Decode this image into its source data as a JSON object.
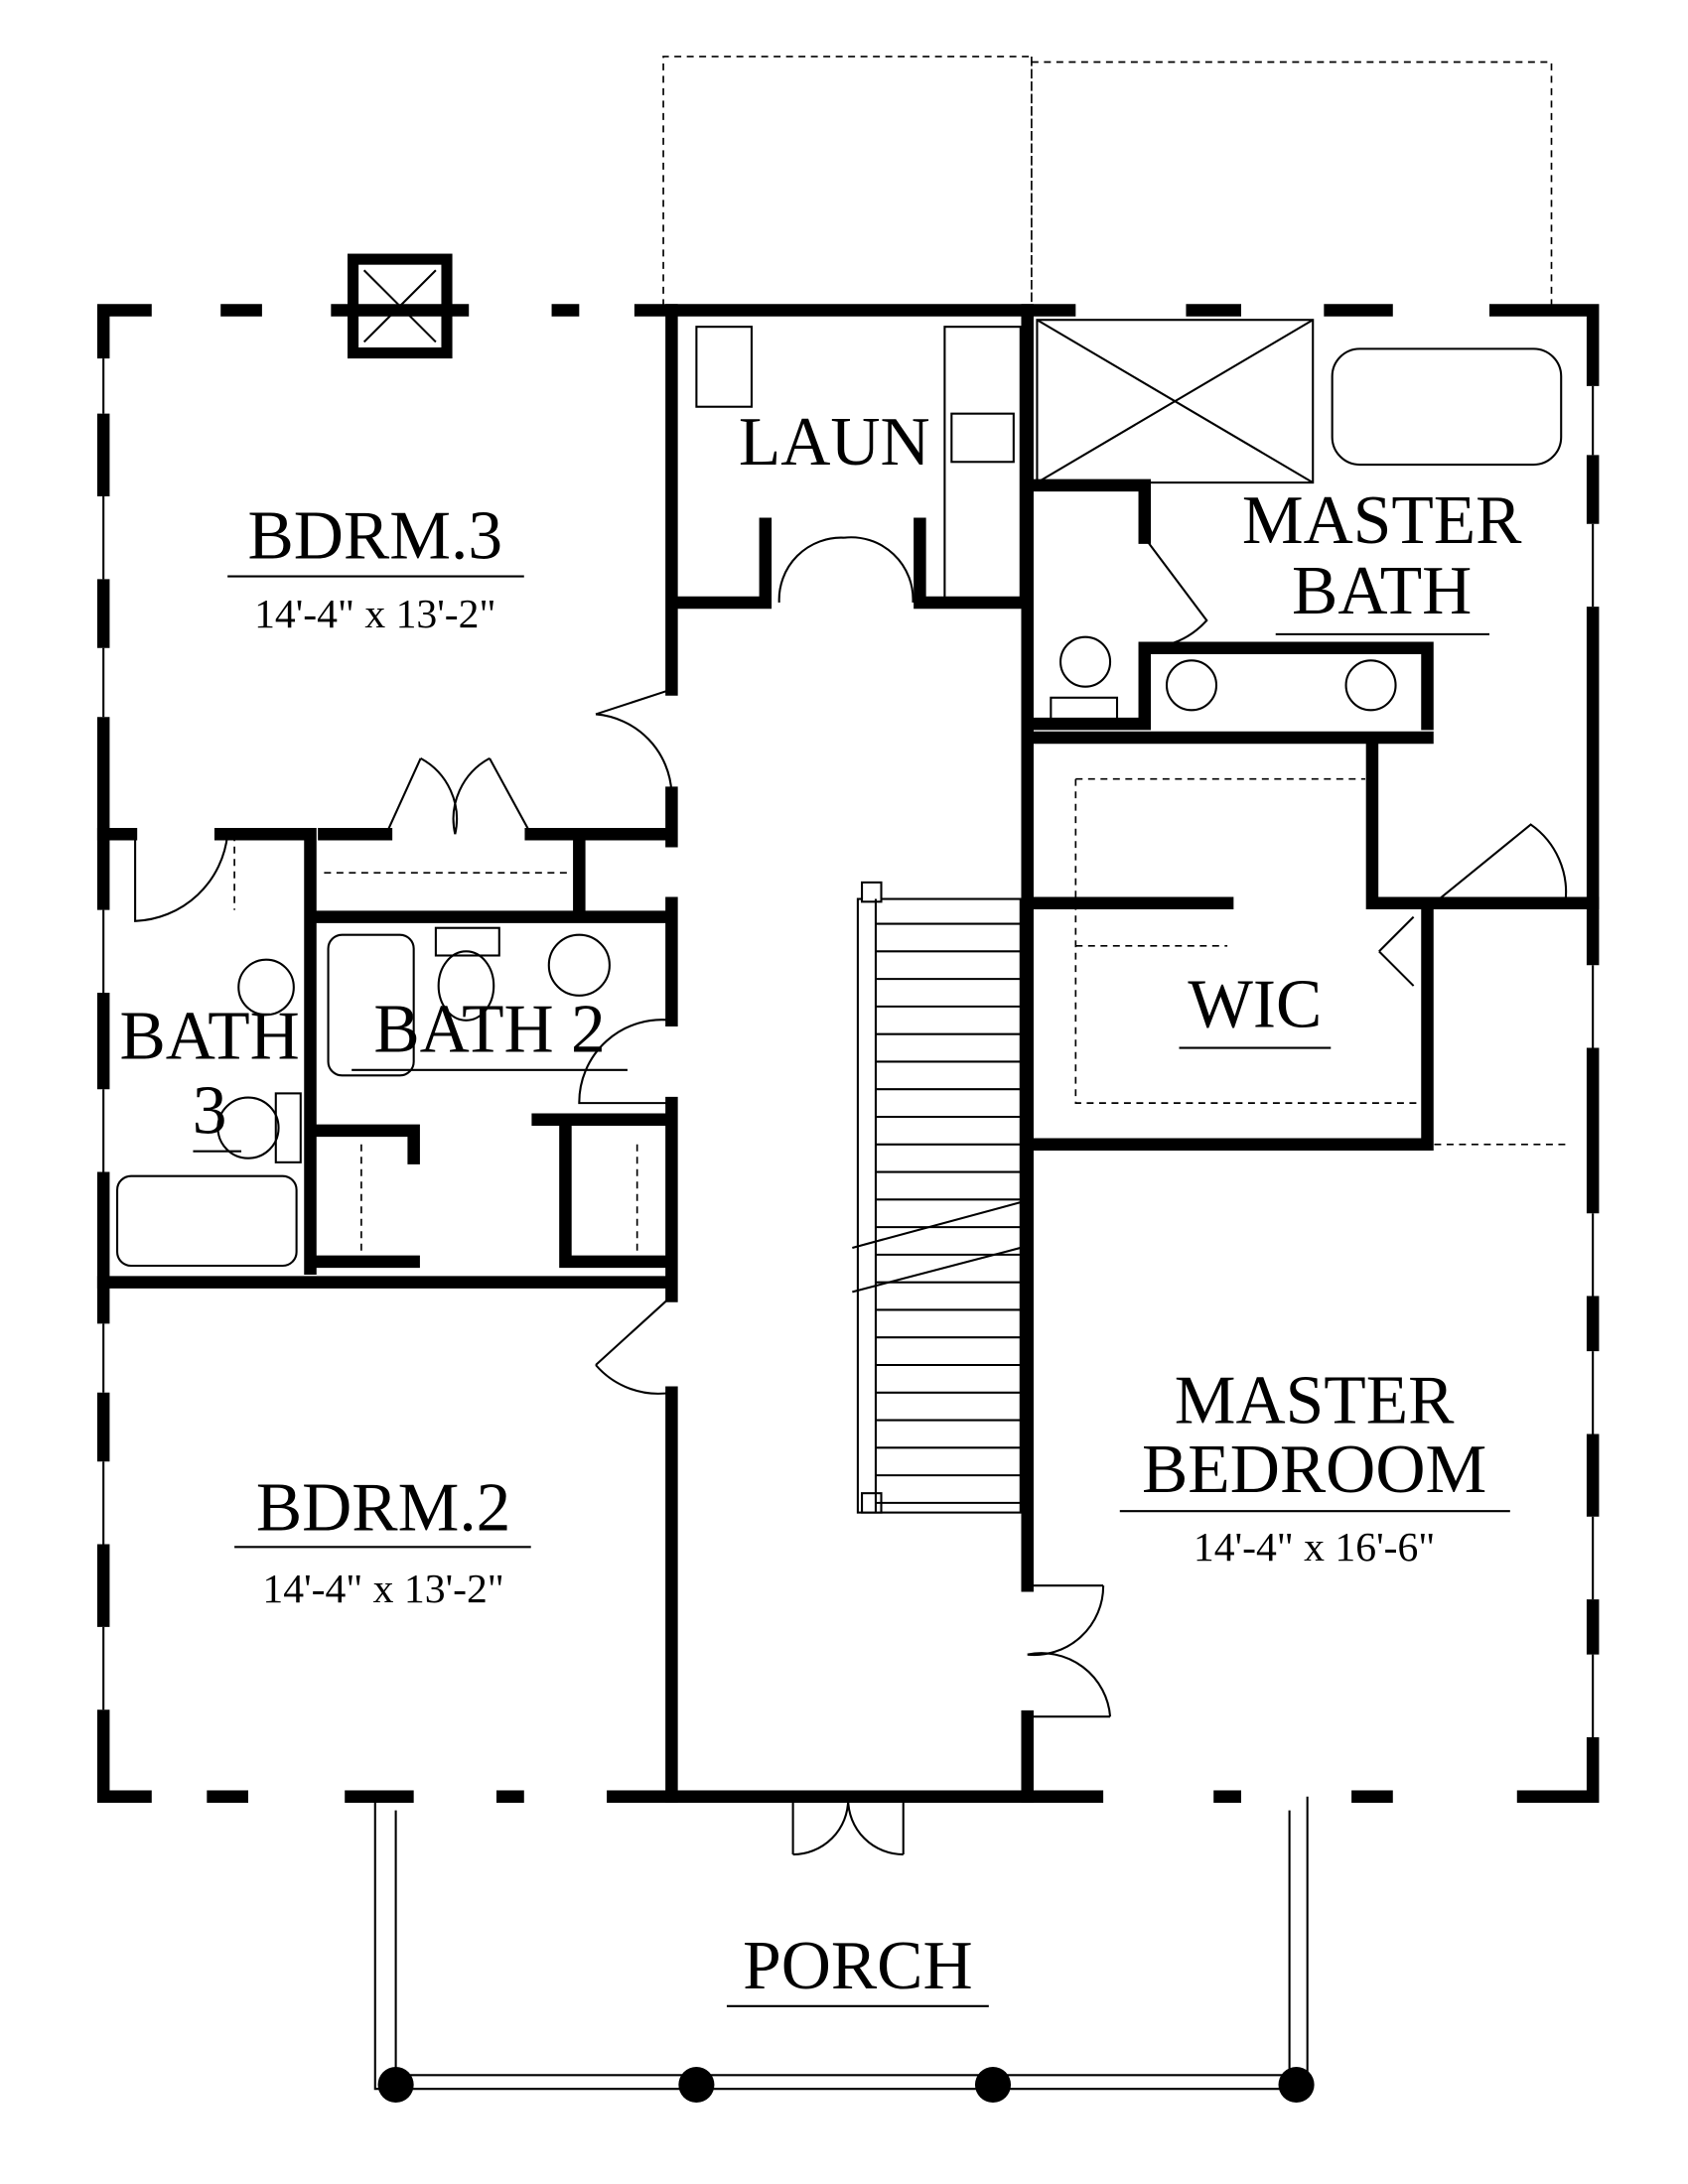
{
  "rooms": {
    "bdrm3": {
      "name": "BDRM.3",
      "dims": "14'-4\" x 13'-2\""
    },
    "laun": {
      "name": "LAUN"
    },
    "master_bath": {
      "line1": "MASTER",
      "line2": "BATH"
    },
    "bath3": {
      "line1": "BATH",
      "line2": "3"
    },
    "bath2": {
      "name": "BATH 2"
    },
    "wic": {
      "name": "WIC"
    },
    "master_bedroom": {
      "line1": "MASTER",
      "line2": "BEDROOM",
      "dims": "14'-4\" x 16'-6\""
    },
    "bdrm2": {
      "name": "BDRM.2",
      "dims": "14'-4\" x 13'-2\""
    },
    "porch": {
      "name": "PORCH"
    }
  }
}
